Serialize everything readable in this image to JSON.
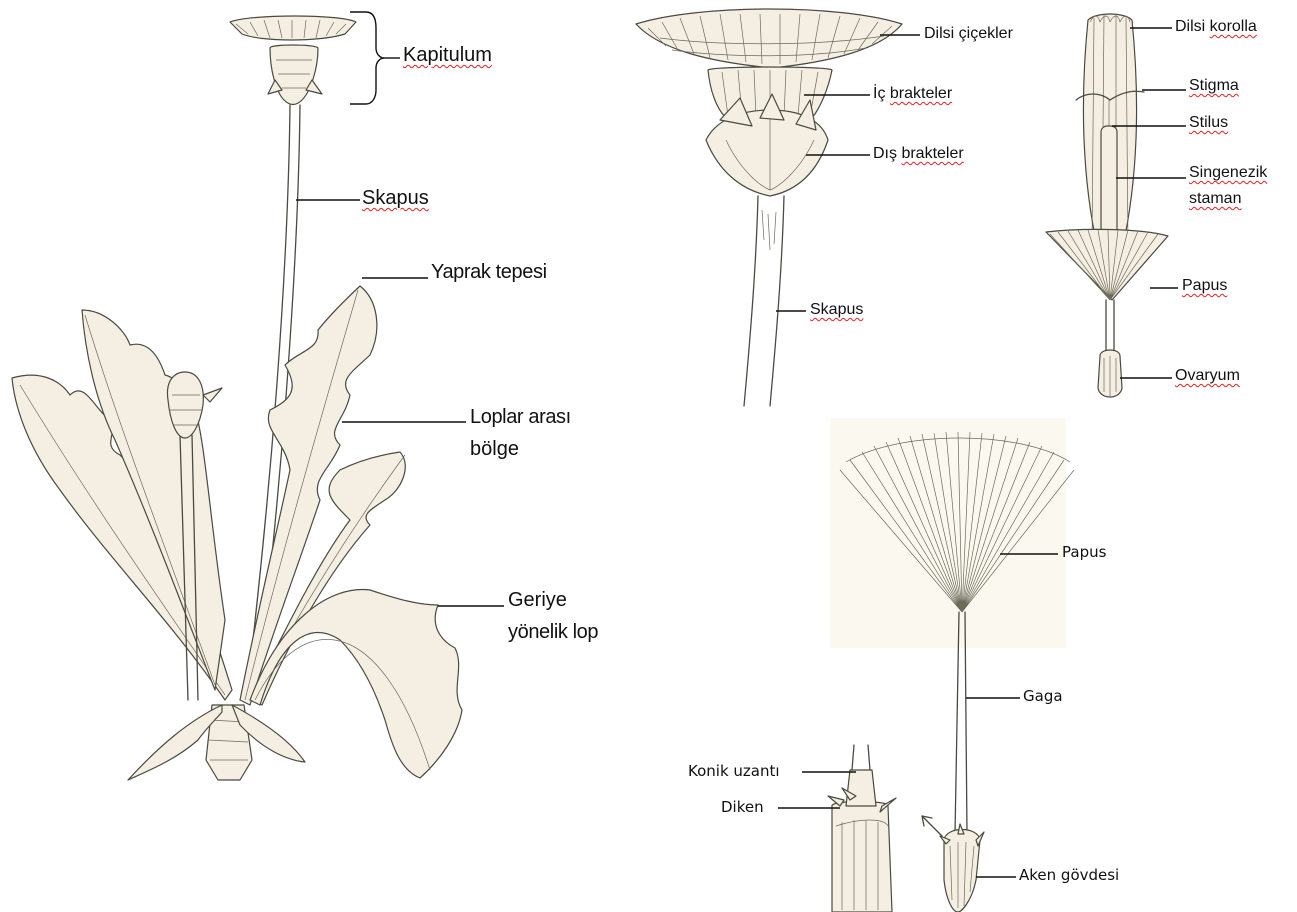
{
  "figure": {
    "whole_plant": {
      "kapitulum": "Kapitulum",
      "skapus": "Skapus",
      "yaprak_tepesi": "Yaprak tepesi",
      "loplar_arasi_1": "Loplar arası",
      "loplar_arasi_2": "bölge",
      "geriye_1": "Geriye",
      "geriye_2": "yönelik lop"
    },
    "capitulum_detail": {
      "dilsi_cicekler": "Dilsi çiçekler",
      "ic_brakteler_a": "İç",
      "ic_brakteler_b": "brakteler",
      "dis_brakteler_a": "Dış",
      "dis_brakteler_b": "brakteler",
      "skapus": "Skapus"
    },
    "floret_detail": {
      "dilsi_korolla_a": "Dilsi",
      "dilsi_korolla_b": "korolla",
      "stigma": "Stigma",
      "stilus": "Stilus",
      "singenezik_1": "Singenezik",
      "singenezik_2": "staman",
      "papus": "Papus",
      "ovaryum": "Ovaryum"
    },
    "achene_detail": {
      "papus": "Papus",
      "gaga": "Gaga",
      "konik_uzanti": "Konik uzantı",
      "diken": "Diken",
      "aken_govdesi": "Aken gövdesi"
    }
  }
}
